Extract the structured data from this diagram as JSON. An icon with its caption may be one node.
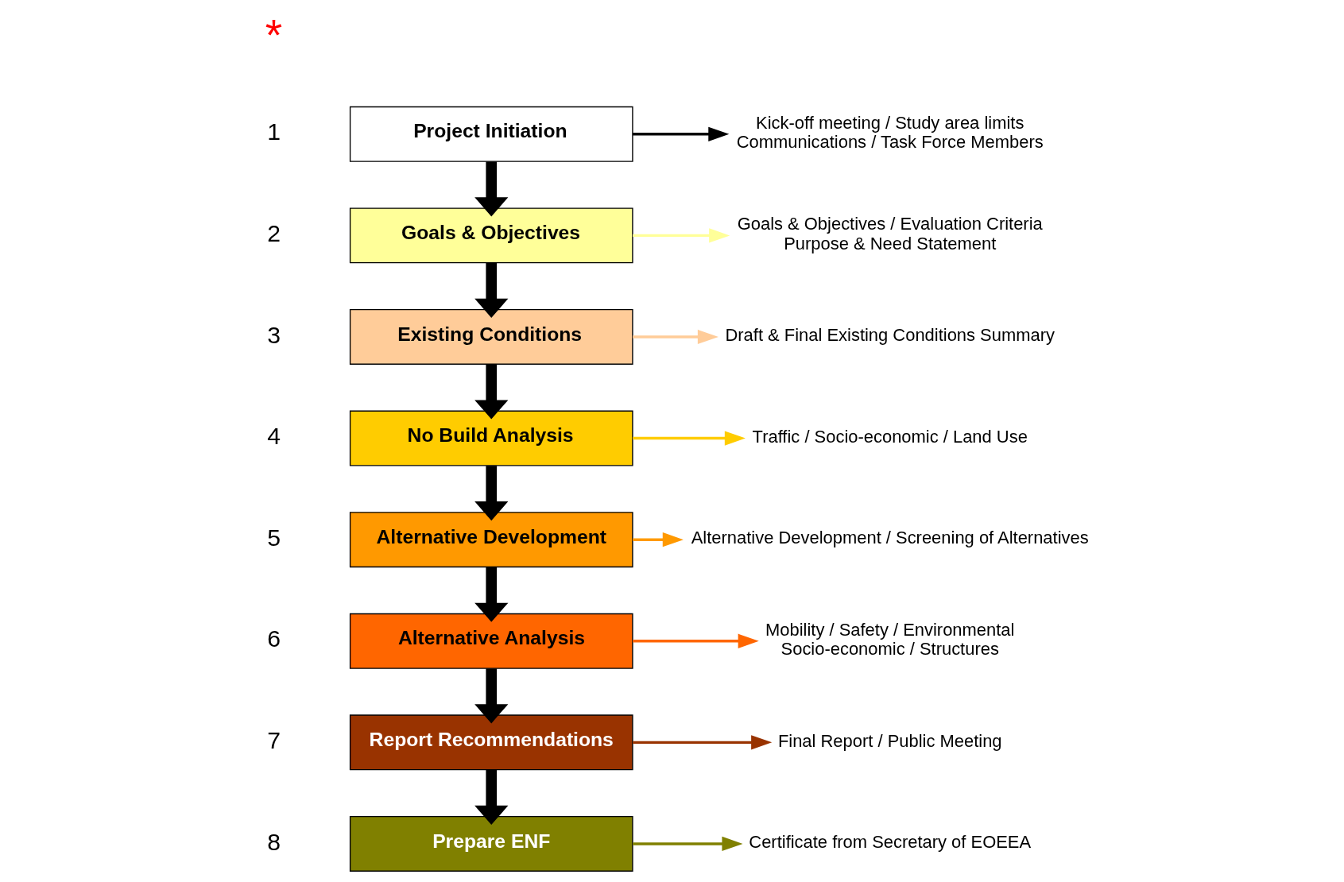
{
  "diagram": {
    "nodes": [
      {
        "text": [
          "Project Initiation"
        ],
        "beside": [
          "1"
        ]
      },
      {
        "text": [
          "Goals & Objectives"
        ],
        "beside": [
          "2"
        ]
      },
      {
        "text": [
          "Existing Conditions"
        ],
        "beside": [
          "3"
        ]
      },
      {
        "text": [
          "No Build Analysis"
        ],
        "beside": [
          "4"
        ]
      },
      {
        "text": [
          "Alternative Development"
        ],
        "beside": [
          "5"
        ]
      },
      {
        "text": [
          "Alternative Analysis"
        ],
        "beside": [
          "6"
        ]
      },
      {
        "text": [
          "Report Recommendations"
        ],
        "beside": [
          "7"
        ]
      },
      {
        "text": [
          "Prepare ENF"
        ],
        "beside": [
          "8"
        ]
      },
      {
        "text": [
          "Kick-off meeting / Study area limits",
          "Communications / Task Force Members"
        ]
      },
      {
        "text": [
          "Goals & Objectives / Evaluation Criteria",
          "Purpose & Need Statement"
        ]
      },
      {
        "text": [
          "Draft & Final Existing Conditions Summary"
        ]
      },
      {
        "text": [
          "Traffic / Socio-economic / Land Use"
        ]
      },
      {
        "text": [
          "Alternative Development / Screening of Alternatives"
        ]
      },
      {
        "text": [
          "Mobility / Safety / Environmental",
          "Socio-economic / Structures"
        ]
      },
      {
        "text": [
          "Final Report / Public Meeting"
        ]
      },
      {
        "text": [
          "Certificate from Secretary of EOEEA"
        ]
      }
    ],
    "edges": [
      {
        "from": 0,
        "to": 1,
        "arrow": "to",
        "style": "thick"
      },
      {
        "from": 1,
        "to": 2,
        "arrow": "to",
        "style": "thick"
      },
      {
        "from": 2,
        "to": 3,
        "arrow": "to",
        "style": "thick"
      },
      {
        "from": 3,
        "to": 4,
        "arrow": "to",
        "style": "thick"
      },
      {
        "from": 4,
        "to": 5,
        "arrow": "to",
        "style": "thick"
      },
      {
        "from": 5,
        "to": 6,
        "arrow": "to",
        "style": "thick"
      },
      {
        "from": 6,
        "to": 7,
        "arrow": "to",
        "style": "thick"
      },
      {
        "from": 0,
        "to": 8,
        "arrow": "to"
      },
      {
        "from": 1,
        "to": 9,
        "arrow": "to",
        "color": "#ffff99"
      },
      {
        "from": 2,
        "to": 10,
        "arrow": "to",
        "color": "#ffcc99"
      },
      {
        "from": 3,
        "to": 11,
        "arrow": "to",
        "color": "#ffcc00"
      },
      {
        "from": 4,
        "to": 12,
        "arrow": "to",
        "color": "#ff9900"
      },
      {
        "from": 5,
        "to": 13,
        "arrow": "to",
        "color": "#ff6600"
      },
      {
        "from": 6,
        "to": 14,
        "arrow": "to",
        "color": "#993300"
      },
      {
        "from": 7,
        "to": 15,
        "arrow": "to",
        "color": "#808000"
      }
    ],
    "labels": [
      "*"
    ]
  }
}
